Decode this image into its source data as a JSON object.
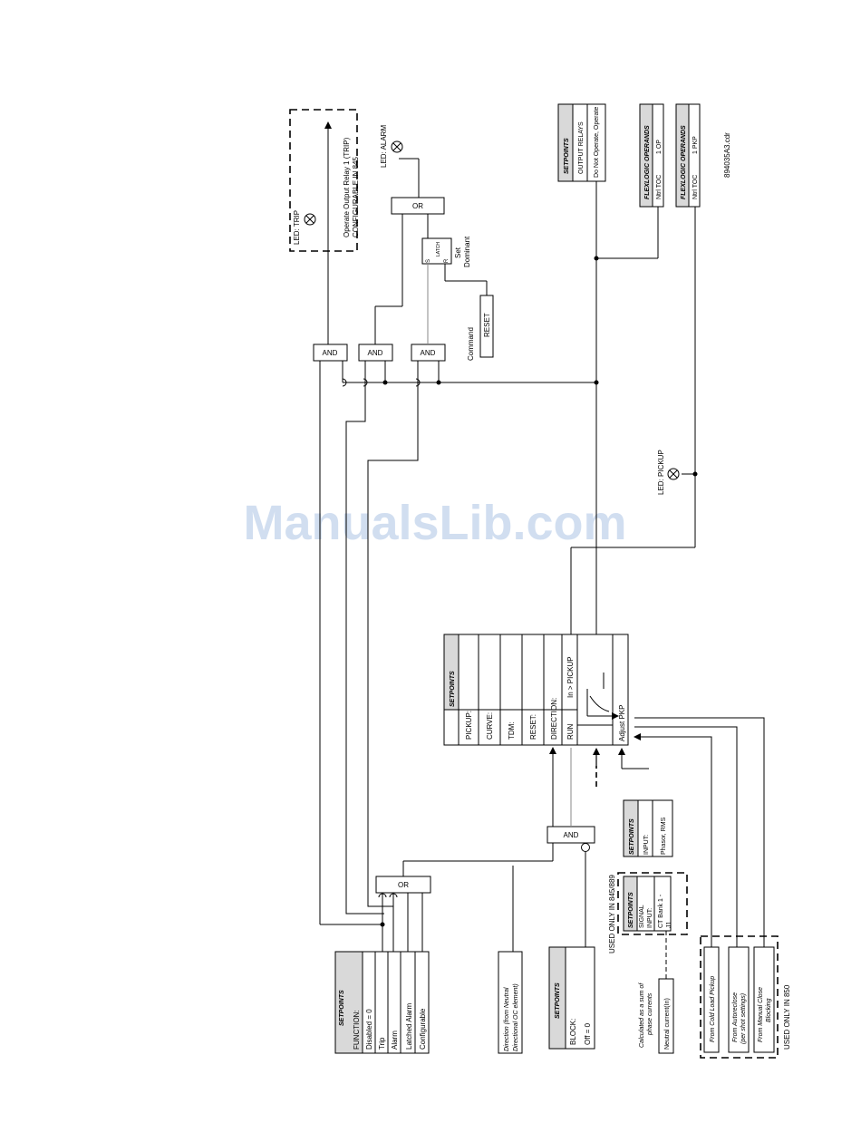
{
  "watermark": "ManualsLib.com",
  "drawing_ref": "894035A3.cdr",
  "gates": {
    "and": "AND",
    "or": "OR",
    "latch": "LATCH",
    "latch_s": "S",
    "latch_r": "R"
  },
  "leds": {
    "trip": "LED: TRIP",
    "alarm": "LED: ALARM",
    "pickup": "LED: PICKUP"
  },
  "trip_output": {
    "line1": "Operate Output Relay 1 (TRIP)",
    "line2": "CONFIGURABLE IN 845"
  },
  "latch_labels": {
    "set1": "Set",
    "set2": "Dominant"
  },
  "reset_box": {
    "caption": "Command",
    "label": "RESET"
  },
  "setpoints_output_relays": {
    "header": "SETPOINTS",
    "rows": [
      "OUTPUT RELAYS",
      "Do Not Operate, Operate"
    ]
  },
  "flexlogic_op": {
    "header": "FLEXLOGIC OPERANDS",
    "col1": "Ntrl TOC",
    "col2": "1 OP"
  },
  "flexlogic_pkp": {
    "header": "FLEXLOGIC OPERANDS",
    "col1": "Ntrl TOC",
    "col2": "1 PKP"
  },
  "main_block": {
    "header": "SETPOINTS",
    "rows": [
      "PICKUP:",
      "CURVE:",
      "TDM:",
      "RESET:",
      "DIRECTION:"
    ],
    "run": "RUN",
    "condition": "In > PICKUP",
    "adjust": "Adjust PKP"
  },
  "function_block": {
    "header": "SETPOINTS",
    "rows": [
      "FUNCTION:",
      "Disabled = 0",
      "Trip",
      "Alarm",
      "Latched Alarm",
      "Configurable"
    ]
  },
  "direction_block": {
    "line1": "Direction (from Neutral",
    "line2": "Directional OC element)"
  },
  "block_setpoint": {
    "header": "SETPOINTS",
    "rows": [
      "BLOCK:",
      "Off = 0"
    ]
  },
  "input_setpoint": {
    "header": "SETPOINTS",
    "rows": [
      "INPUT:",
      "Phasor, RMS"
    ]
  },
  "signal_input": {
    "header": "SETPOINTS",
    "rows": [
      "SIGNAL",
      "INPUT:",
      "CT Bank 1 -",
      "J1"
    ],
    "note": "USED ONLY IN 845/889"
  },
  "neutral_current": {
    "note1": "Calculated as a sum of",
    "note2": "phase currents",
    "label": "Neutral current(In)"
  },
  "inputs_850": {
    "cold_load": "From Cold Load Pickup",
    "autoreclose1": "From Autoreclose",
    "autoreclose2": "(per shot settings)",
    "manual1": "From Manual Close",
    "manual2": "Blocking",
    "note": "USED ONLY IN 850"
  }
}
